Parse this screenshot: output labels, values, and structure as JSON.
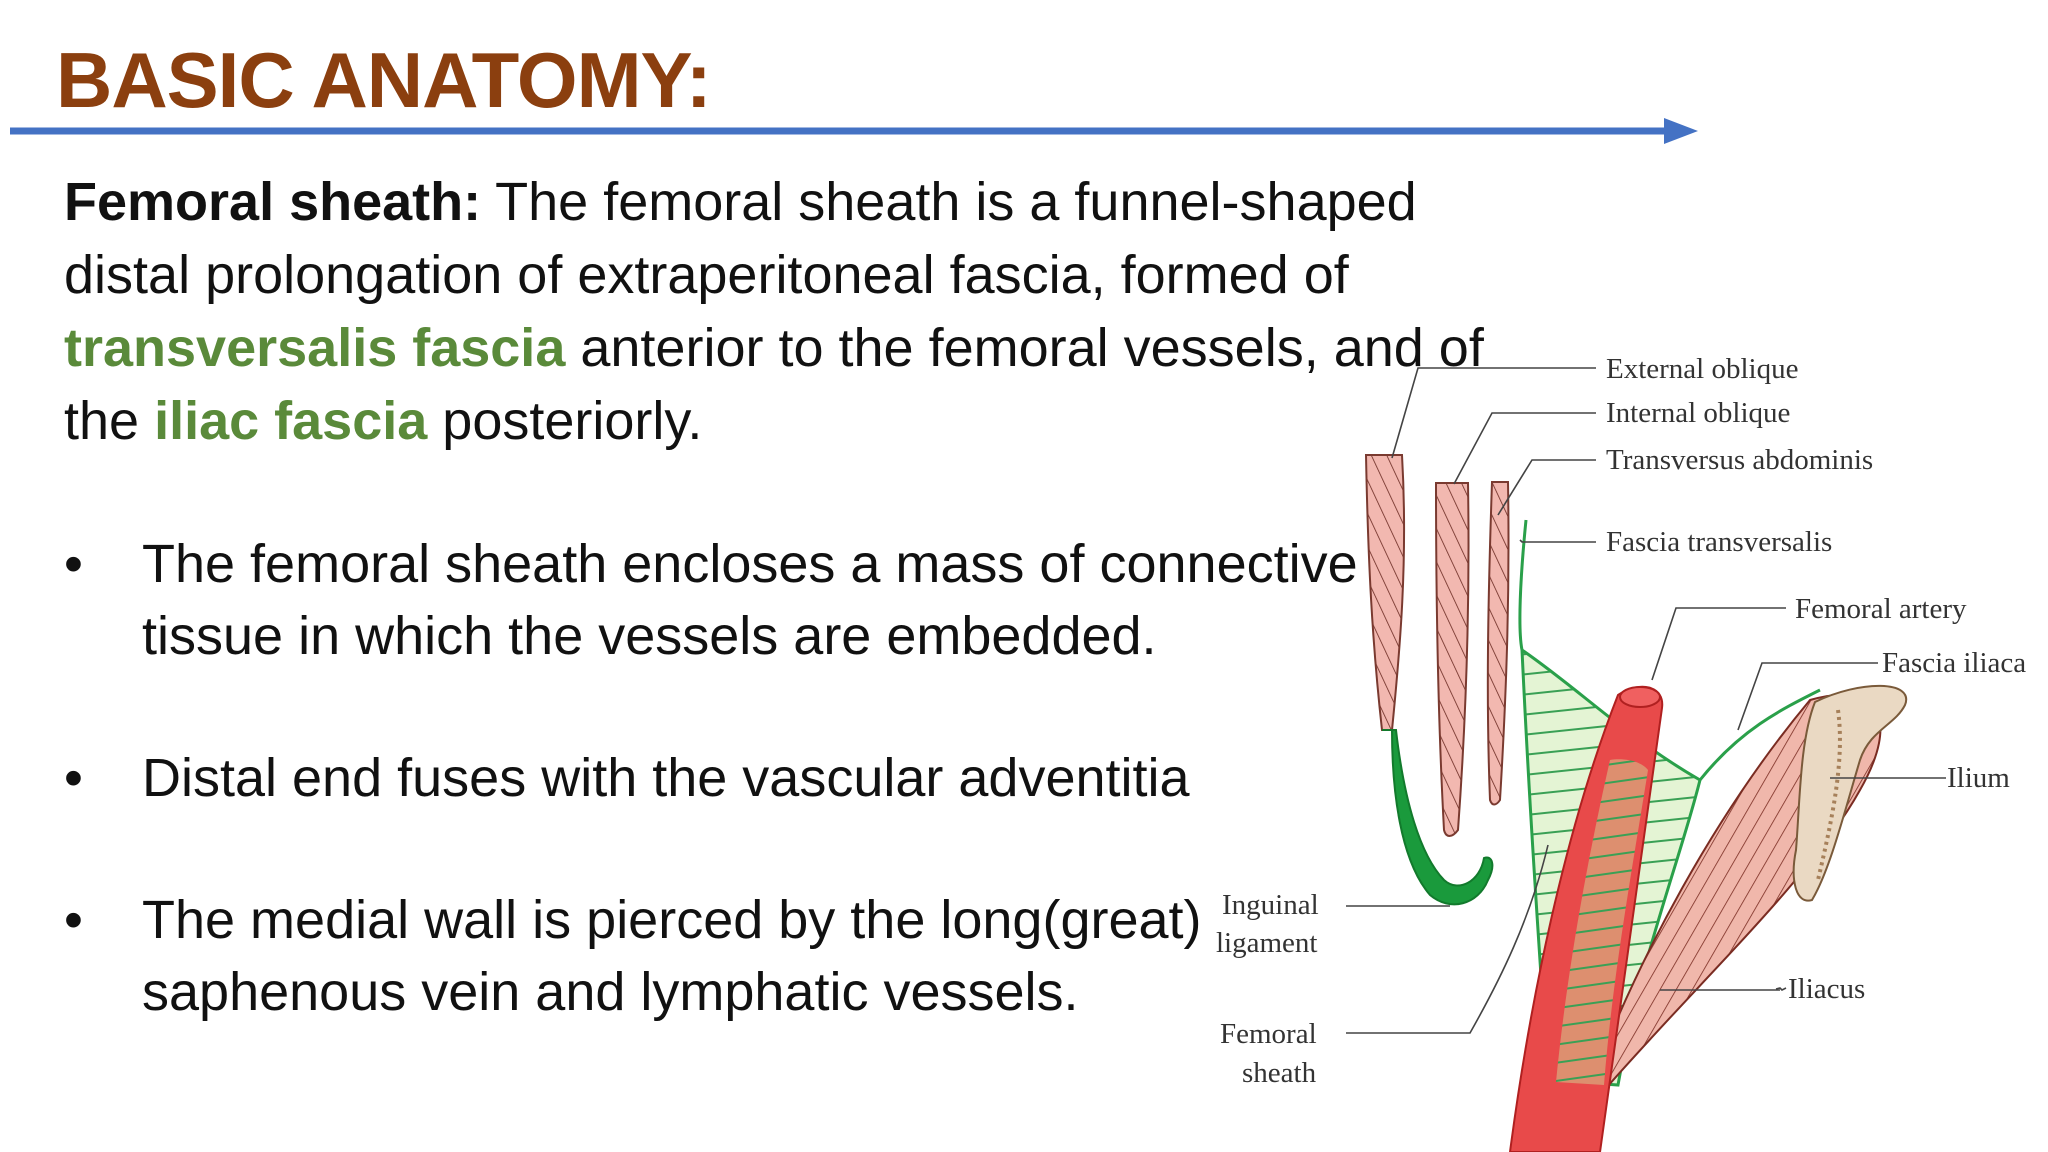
{
  "slide": {
    "title": "BASIC ANATOMY:",
    "accent_color": "#4472c4",
    "title_color": "#8b3f0f"
  },
  "intro": {
    "term": "Femoral sheath:",
    "text_1": " The femoral sheath is a funnel-shaped distal prolongation of extraperitoneal fascia, formed of ",
    "highlight_1": "transversalis fascia",
    "text_2": " anterior to the femoral vessels, and of the ",
    "highlight_2": "iliac fascia",
    "text_3": " posteriorly.",
    "highlight_color": "#5a8a3a"
  },
  "bullets": {
    "marker": "•",
    "items": [
      "The femoral sheath encloses a mass of connective tissue in which the vessels are embedded.",
      "Distal end fuses with the vascular adventitia",
      "The medial wall is pierced by the long(great) saphenous vein and lymphatic vessels."
    ]
  },
  "diagram": {
    "labels": {
      "external_oblique": "External oblique",
      "internal_oblique": "Internal oblique",
      "transversus_abdominis": "Transversus abdominis",
      "fascia_transversalis": "Fascia transversalis",
      "femoral_artery": "Femoral artery",
      "fascia_iliaca": "Fascia iliaca",
      "ilium": "Ilium",
      "inguinal_1": "Inguinal",
      "inguinal_2": "ligament",
      "iliacus": "Iliacus",
      "femoral_sheath_1": "Femoral",
      "femoral_sheath_2": "sheath"
    }
  }
}
